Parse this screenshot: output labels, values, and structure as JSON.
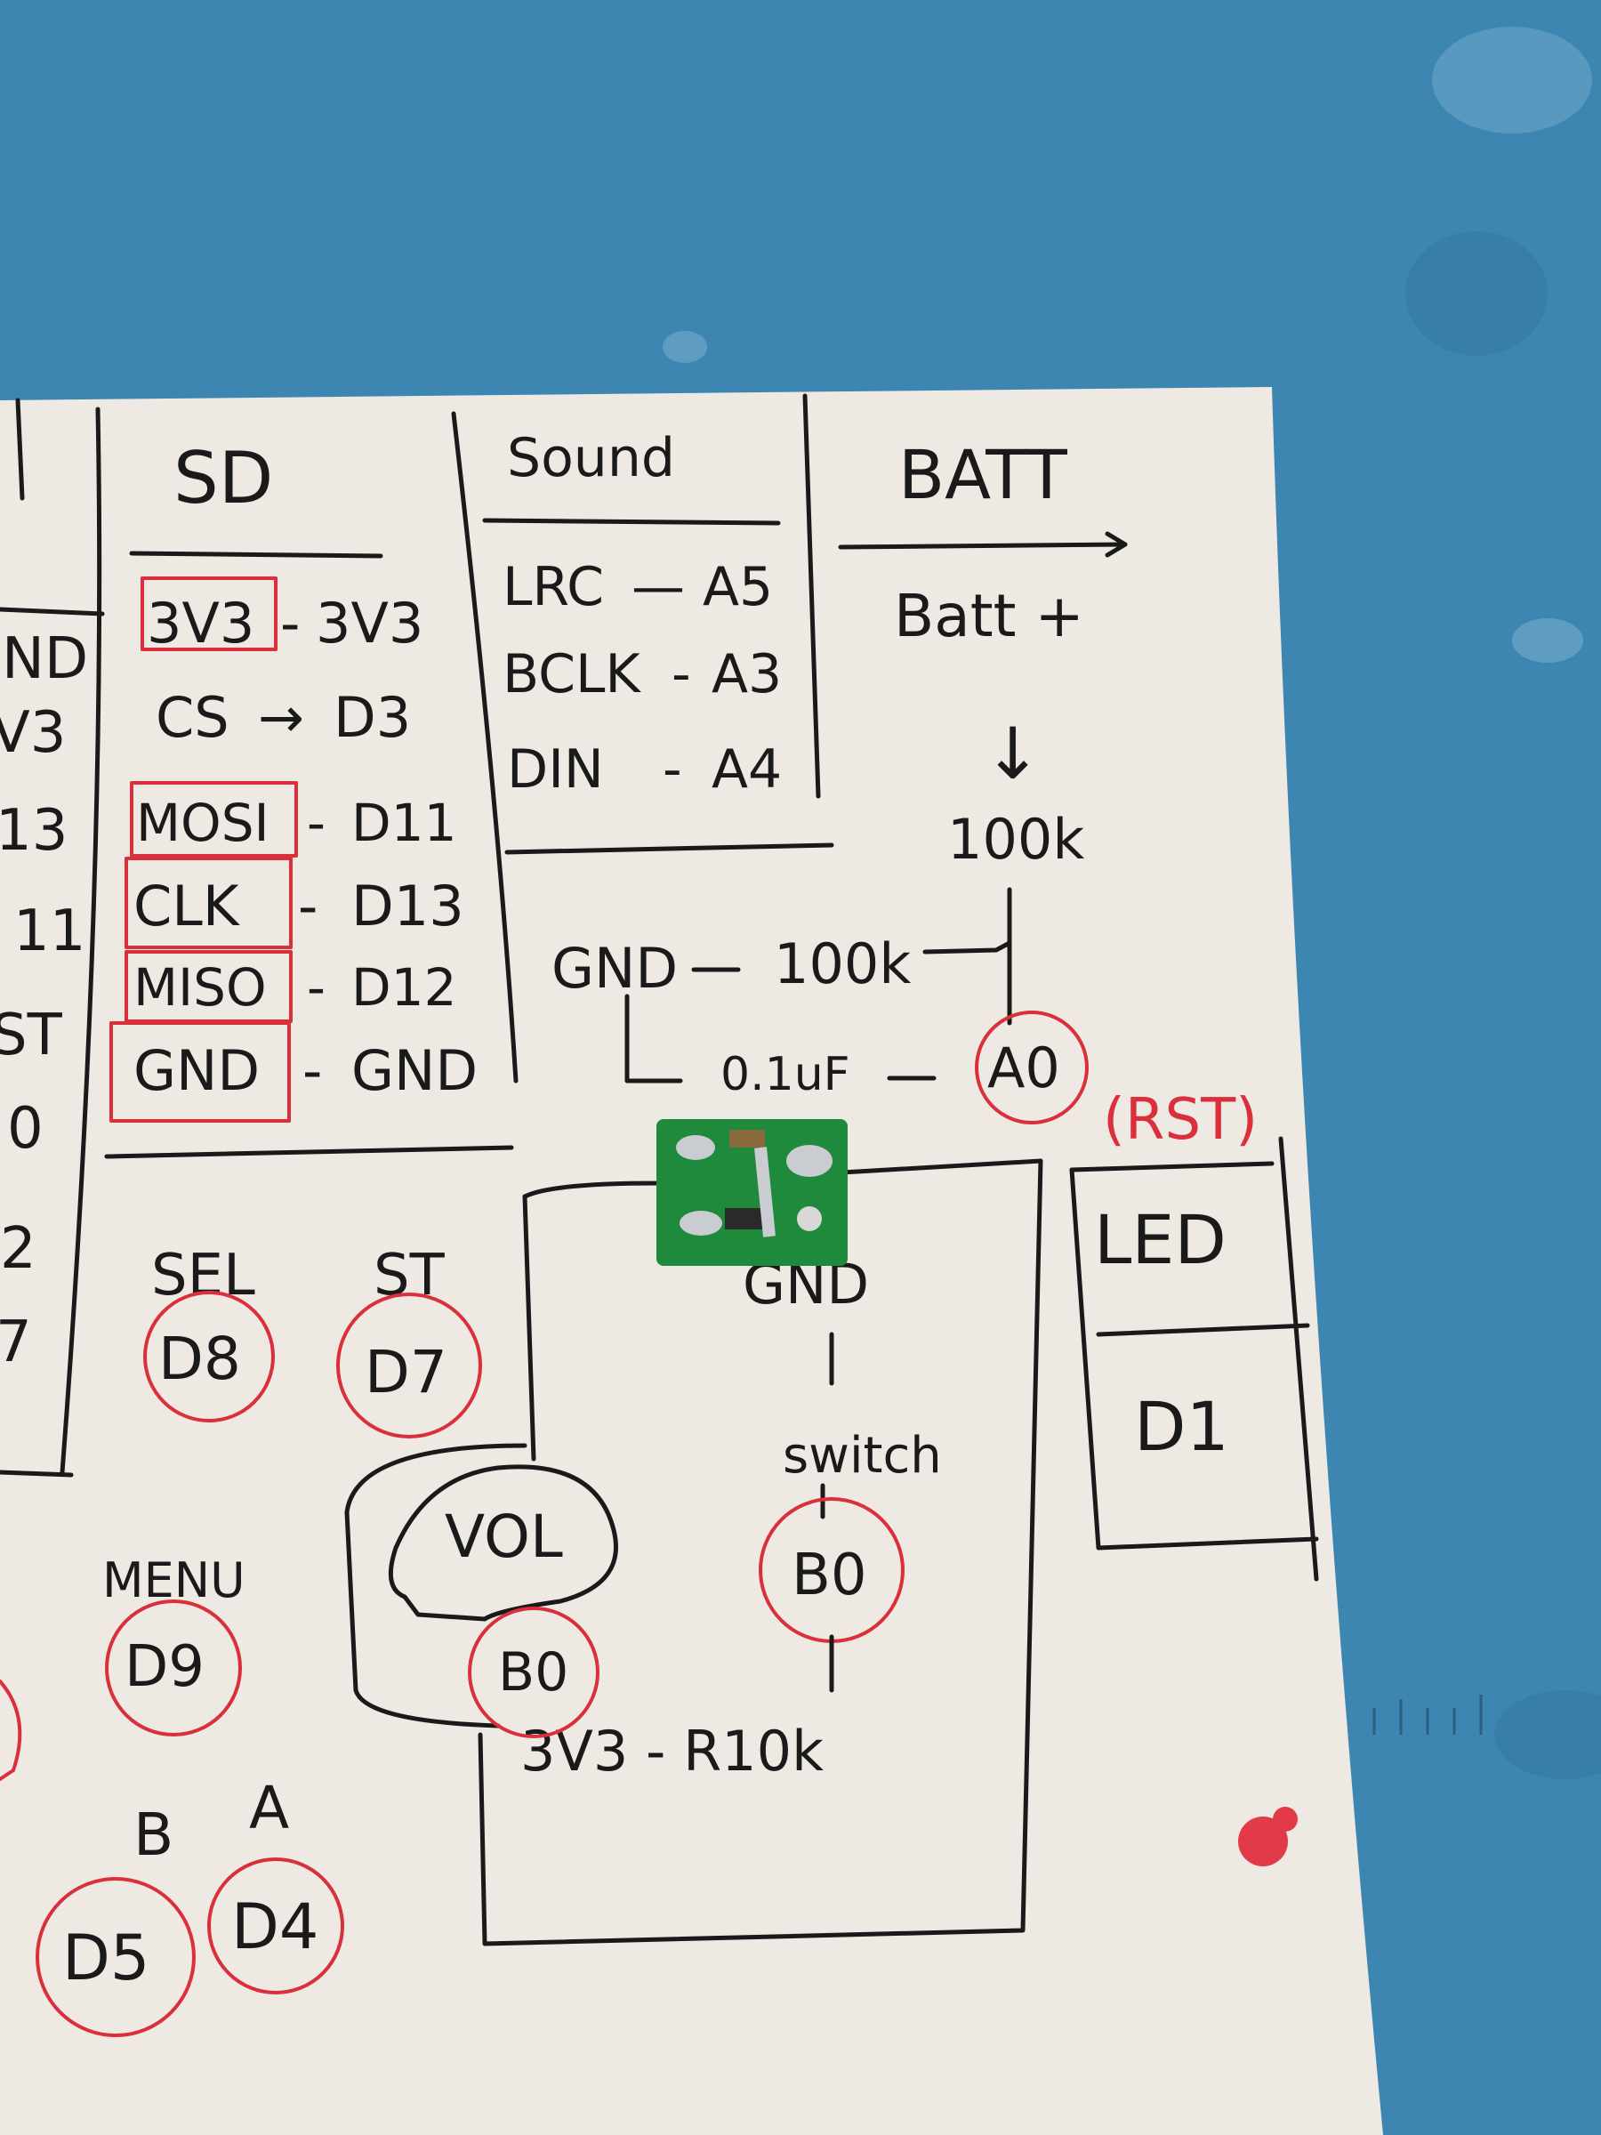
{
  "colors": {
    "mat": "#3d86b2",
    "paper": "#eeeae3",
    "ink": "#1a1a1a",
    "red_marker": "#d9303c",
    "pcb": "#1f8a3c",
    "solder": "#c9ccd0"
  },
  "left_column": {
    "rows": [
      "ND",
      "V3",
      "13",
      "11",
      "ST",
      "0",
      "2",
      "7"
    ]
  },
  "sd": {
    "title": "SD",
    "pins": [
      {
        "pin": "3V3",
        "sep": "-",
        "target": "3V3",
        "boxed": true
      },
      {
        "pin": "CS",
        "sep": "→",
        "target": "D3",
        "boxed": false
      },
      {
        "pin": "MOSI",
        "sep": "-",
        "target": "D11",
        "boxed": true
      },
      {
        "pin": "CLK",
        "sep": "-",
        "target": "D13",
        "boxed": true
      },
      {
        "pin": "MISO",
        "sep": "-",
        "target": "D12",
        "boxed": true
      },
      {
        "pin": "GND",
        "sep": "-",
        "target": "GND",
        "boxed": true
      }
    ]
  },
  "sound": {
    "title": "Sound",
    "pins": [
      {
        "pin": "LRC",
        "sep": "—",
        "target": "A5"
      },
      {
        "pin": "BCLK",
        "sep": "-",
        "target": "A3"
      },
      {
        "pin": "DIN",
        "sep": "-",
        "target": "A4"
      }
    ]
  },
  "batt": {
    "title": "BATT",
    "plus": "Batt +",
    "arrow": "↓",
    "resistor": "100k"
  },
  "divider": {
    "gnd": "GND",
    "resistor": "100k",
    "capacitor": "0.1uF",
    "pin": "A0",
    "note": "(RST)"
  },
  "buttons": {
    "sel": {
      "label": "SEL",
      "pin": "D8"
    },
    "st": {
      "label": "ST",
      "pin": "D7"
    },
    "menu": {
      "label": "MENU",
      "pin": "D9"
    },
    "b": {
      "label": "B",
      "pin": "D5"
    },
    "a": {
      "label": "A",
      "pin": "D4"
    }
  },
  "vol": {
    "label": "VOL",
    "pin": "B0"
  },
  "switch_block": {
    "gnd": "GND",
    "switch": "switch",
    "pin": "B0",
    "pullup": "3V3 - R10k"
  },
  "led": {
    "label": "LED",
    "pin": "D1"
  }
}
